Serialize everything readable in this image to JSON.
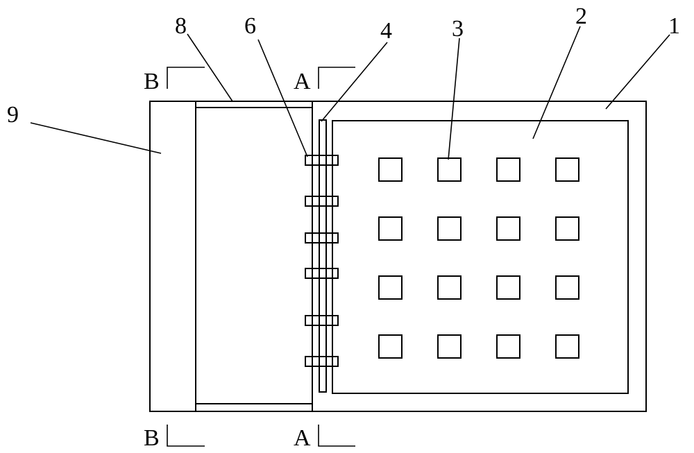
{
  "labels": {
    "n1": "1",
    "n2": "2",
    "n3": "3",
    "n4": "4",
    "n6": "6",
    "n8": "8",
    "n9": "9"
  },
  "section_marks": {
    "b_top": "B",
    "b_bottom": "B",
    "a_top": "A",
    "a_bottom": "A"
  },
  "grid": {
    "rows": 4,
    "cols": 4
  },
  "clip_count": 6
}
